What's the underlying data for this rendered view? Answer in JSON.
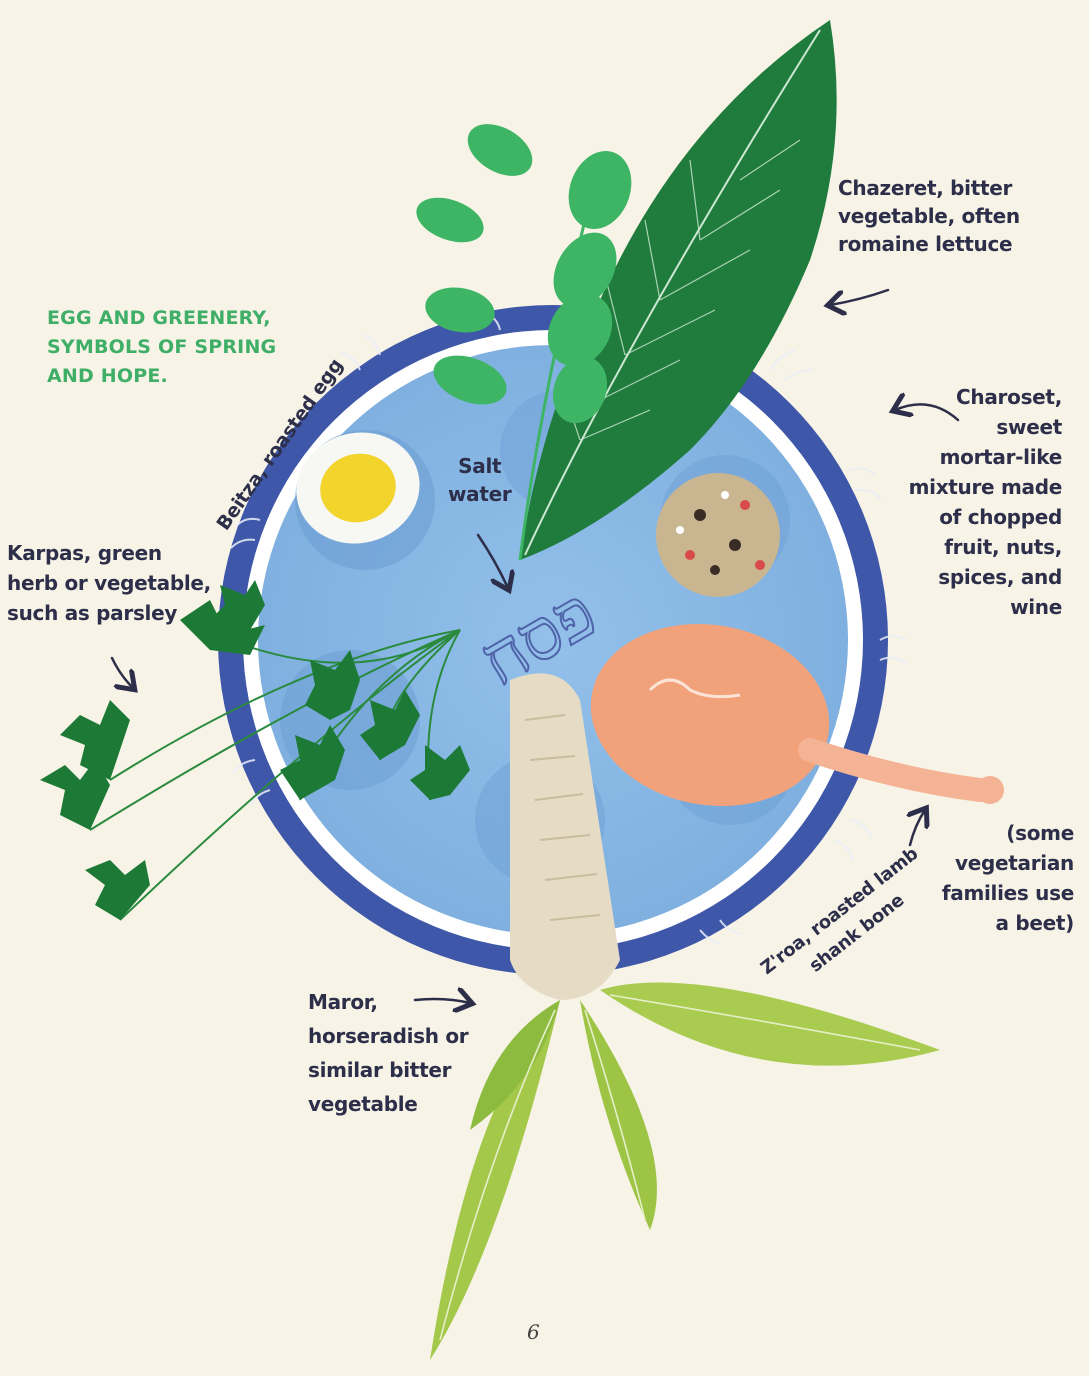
{
  "labels": {
    "chazeret": "Chazeret, bitter\nvegetable, often\nromaine lettuce",
    "egg_greenery": "EGG AND GREENERY,\nSYMBOLS OF SPRING\nAND HOPE.",
    "beitza": "Beitza, roasted egg",
    "charoset": "Charoset,\nsweet\nmortar-like\nmixture made\nof chopped\nfruit, nuts,\nspices, and\nwine",
    "salt_water": "Salt\nwater",
    "karpas": "Karpas, green\nherb or vegetable,\nsuch as parsley",
    "vegetarian": "(some\nvegetarian\nfamilies use\na beet)",
    "zroa": "Z'roa, roasted lamb\nshank bone",
    "maror": "Maror,\nhorseradish or\nsimilar bitter\nvegetable"
  },
  "plate_text": "פסח",
  "page_number": "6",
  "colors": {
    "background": "#f7f3e6",
    "plate_border": "#3f57a8",
    "plate_center": "#86b6e3",
    "label_dark": "#2d2f4a",
    "label_green": "#3fae67"
  }
}
